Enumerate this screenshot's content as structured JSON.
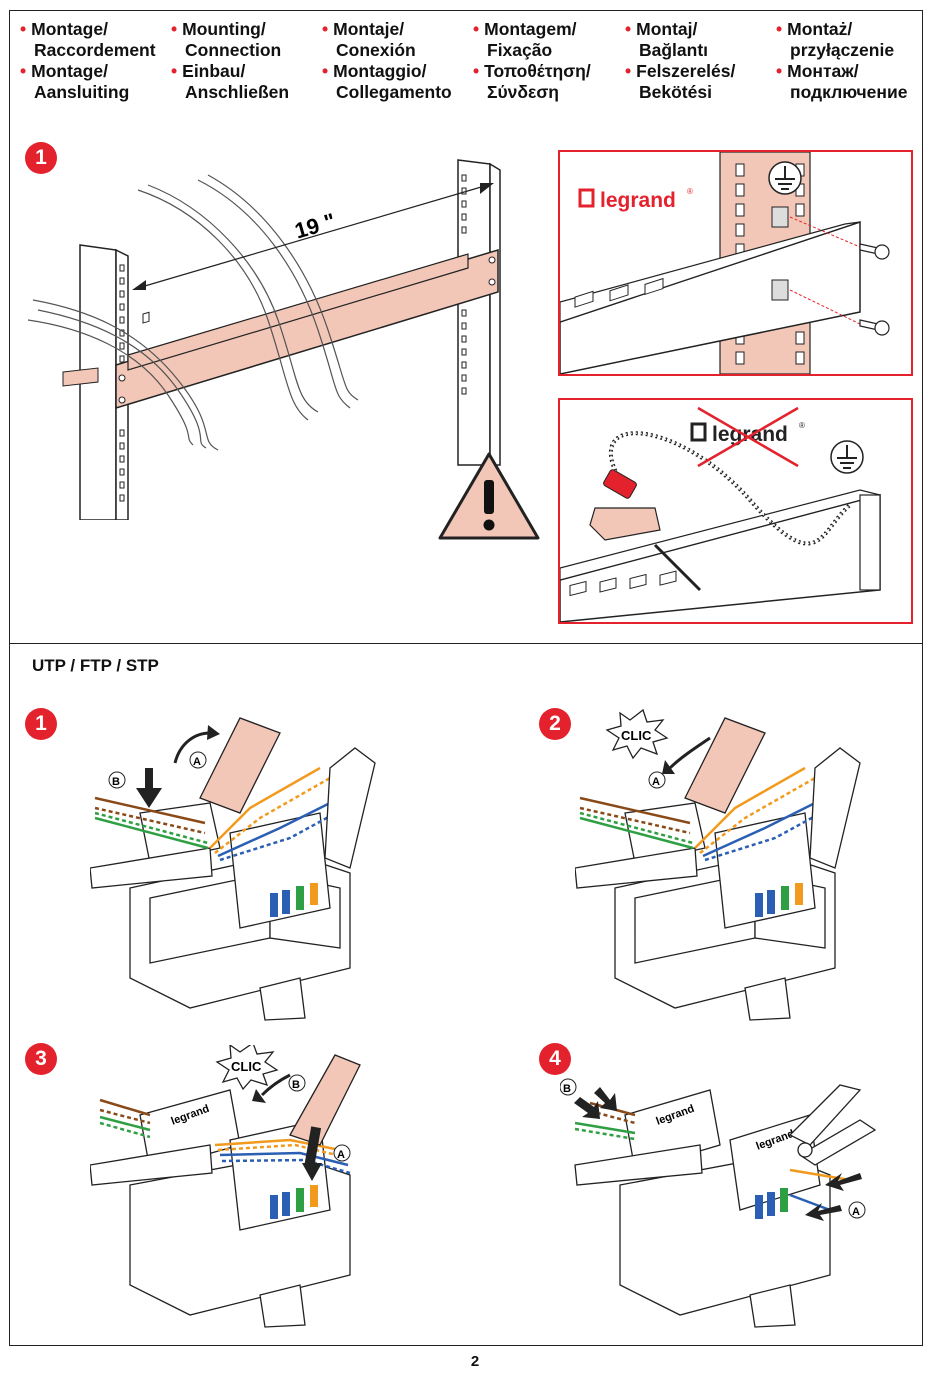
{
  "header": {
    "columns": [
      {
        "items": [
          {
            "l1": "Montage/",
            "l2": "Raccordement"
          },
          {
            "l1": "Montage/",
            "l2": "Aansluiting"
          }
        ]
      },
      {
        "items": [
          {
            "l1": "Mounting/",
            "l2": "Connection"
          },
          {
            "l1": "Einbau/",
            "l2": "Anschließen"
          }
        ]
      },
      {
        "items": [
          {
            "l1": "Montaje/",
            "l2": "Conexión"
          },
          {
            "l1": "Montaggio/",
            "l2": "Collegamento"
          }
        ]
      },
      {
        "items": [
          {
            "l1": "Montagem/",
            "l2": "Fixação"
          },
          {
            "l1": "Τοποθέτηση/",
            "l2": "Σύνδεση"
          }
        ]
      },
      {
        "items": [
          {
            "l1": "Montaj/",
            "l2": "Bağlantı"
          },
          {
            "l1": "Felszerelés/",
            "l2": "Bekötési"
          }
        ]
      },
      {
        "items": [
          {
            "l1": "Montaż/",
            "l2": "przyłączenie"
          },
          {
            "l1": "Монтаж/",
            "l2": "подключение"
          }
        ]
      }
    ]
  },
  "section1": {
    "step": "1",
    "dimension": "19 \"",
    "brand": "legrand",
    "registered": "®"
  },
  "section2": {
    "title": "UTP / FTP / STP",
    "steps": [
      {
        "num": "1",
        "labels": [
          "B",
          "A"
        ]
      },
      {
        "num": "2",
        "clic": "CLIC",
        "labels": [
          "A"
        ]
      },
      {
        "num": "3",
        "clic": "CLIC",
        "labels": [
          "B",
          "A"
        ]
      },
      {
        "num": "4",
        "labels": [
          "B",
          "A"
        ]
      }
    ],
    "module_brand": "legrand"
  },
  "colors": {
    "accent_red": "#e4222d",
    "salmon": "#f2c7b8",
    "wire_orange": "#f29a1e",
    "wire_blue": "#2a5fb4",
    "wire_green": "#2ea043",
    "wire_brown": "#8a4a18"
  },
  "page_number": "2"
}
